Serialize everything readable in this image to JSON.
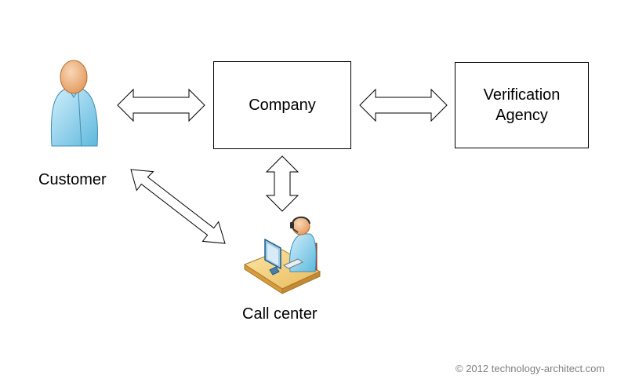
{
  "nodes": {
    "company": {
      "label": "Company"
    },
    "verification": {
      "line1": "Verification",
      "line2": "Agency"
    },
    "customer": {
      "label": "Customer",
      "icon": "person-icon"
    },
    "call_center": {
      "label": "Call center",
      "icon": "call-center-agent-icon"
    }
  },
  "connections": [
    {
      "from": "Customer",
      "to": "Company",
      "type": "bidirectional"
    },
    {
      "from": "Company",
      "to": "Verification Agency",
      "type": "bidirectional"
    },
    {
      "from": "Company",
      "to": "Call center",
      "type": "bidirectional"
    },
    {
      "from": "Customer",
      "to": "Call center",
      "type": "bidirectional"
    }
  ],
  "footer": {
    "copyright": "© 2012 technology-architect.com"
  }
}
